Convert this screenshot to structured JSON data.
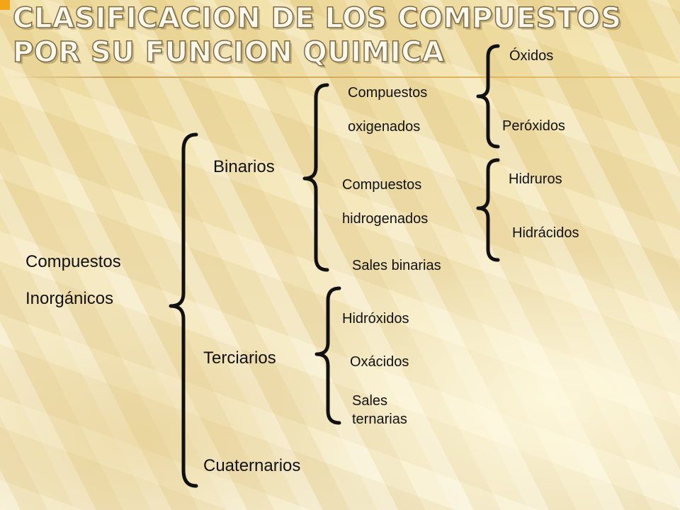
{
  "title": {
    "line1": "CLASIFICACION DE LOS COMPUESTOS",
    "line2": "POR SU FUNCION QUIMICA"
  },
  "root": {
    "line1": "Compuestos",
    "line2": "Inorgánicos"
  },
  "groups": {
    "binarios": "Binarios",
    "terciarios": "Terciarios",
    "cuaternarios": "Cuaternarios"
  },
  "binarios": {
    "oxigenados": {
      "line1": "Compuestos",
      "line2": "oxigenados"
    },
    "hidrogenados": {
      "line1": "Compuestos",
      "line2": "hidrogenados"
    },
    "sales": "Sales binarias"
  },
  "terciarios": {
    "hidroxidos": "Hidróxidos",
    "oxacidos": "Oxácidos",
    "sales": {
      "line1": "Sales",
      "line2": "ternarias"
    }
  },
  "oxigenados": {
    "oxidos": "Óxidos",
    "peroxidos": "Peróxidos"
  },
  "hidrogenados": {
    "hidruros": "Hidruros",
    "hidracidos": "Hidrácidos"
  }
}
